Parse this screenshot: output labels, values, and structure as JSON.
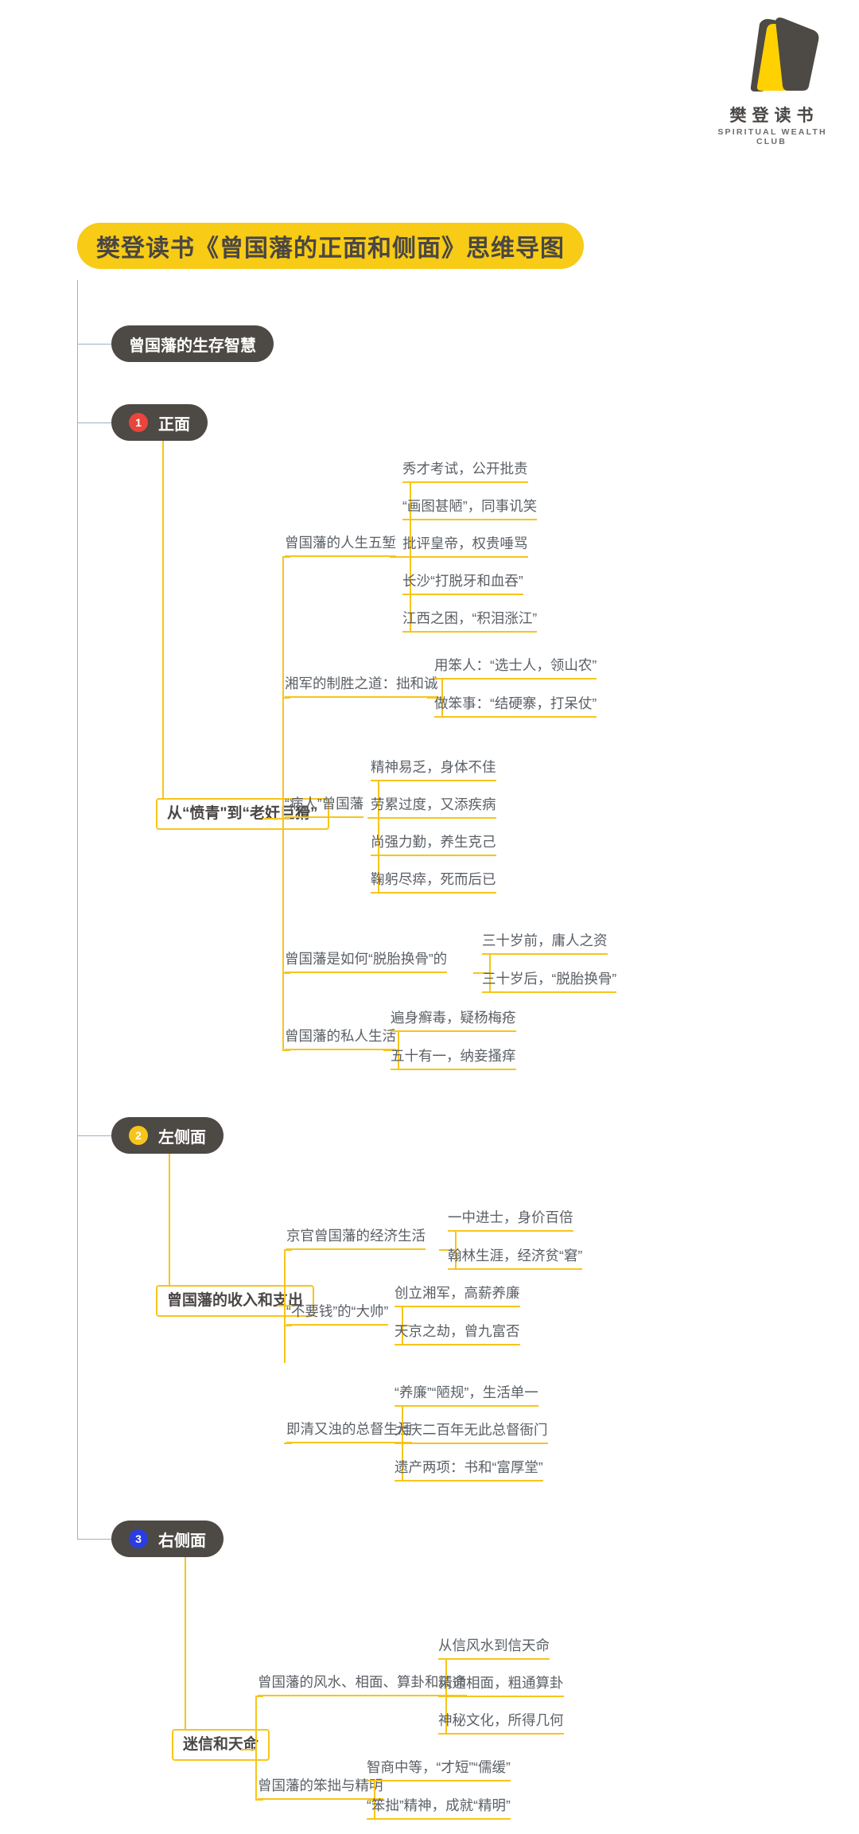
{
  "brand": {
    "logo_icon": "open-book-logo",
    "name_cn": "樊登读书",
    "name_en": "SPIRITUAL WEALTH CLUB",
    "color_yellow": "#FFD100",
    "color_dark": "#4d4945"
  },
  "title": "樊登读书《曾国藩的正面和侧面》思维导图",
  "root": "曾国藩的生存智慧",
  "sections": [
    {
      "number": "1",
      "badge_color": "#E8453C",
      "label": "正面",
      "topics": [
        {
          "label": "从“愤青\"到“老奸巨猾”",
          "groups": [
            {
              "label": "曾国藩的人生五堑",
              "items": [
                "秀才考试，公开批责",
                "“画图甚陋”，同事讥笑",
                "批评皇帝，权贵唾骂",
                "长沙“打脱牙和血吞”",
                "江西之困，“积泪涨江”"
              ]
            },
            {
              "label": "湘军的制胜之道：拙和诚",
              "items": [
                "用笨人：“选士人，领山农”",
                "做笨事：“结硬寨，打呆仗”"
              ]
            },
            {
              "label": "“病人”曾国藩",
              "items": [
                "精神易乏，身体不佳",
                "劳累过度，又添疾病",
                "尚强力勤，养生克己",
                "鞠躬尽瘁，死而后已"
              ]
            },
            {
              "label": "曾国藩是如何“脱胎换骨”的",
              "items": [
                "三十岁前，庸人之资",
                "三十岁后，“脱胎换骨”"
              ]
            },
            {
              "label": "曾国藩的私人生活",
              "items": [
                "遍身癣毒，疑杨梅疮",
                "五十有一，纳妾搔痒"
              ]
            }
          ]
        }
      ]
    },
    {
      "number": "2",
      "badge_color": "#F7C51A",
      "label": "左侧面",
      "topics": [
        {
          "label": "曾国藩的收入和支出",
          "groups": [
            {
              "label": "京官曾国藩的经济生活",
              "items": [
                "一中进士，身价百倍",
                "翰林生涯，经济贫“窘”"
              ]
            },
            {
              "label": "“不要钱”的“大帅”",
              "items": [
                "创立湘军，高薪养廉",
                "天京之劫，曾九富否"
              ]
            },
            {
              "label": "即清又浊的总督生涯",
              "items": [
                "“养廉”“陋规”，生活单一",
                "大庆二百年无此总督衙门",
                "遗产两项：书和“富厚堂”"
              ]
            }
          ]
        }
      ]
    },
    {
      "number": "3",
      "badge_color": "#2B3DE0",
      "label": "右侧面",
      "topics": [
        {
          "label": "迷信和天命",
          "groups": [
            {
              "label": "曾国藩的风水、相面、算卦和天命",
              "items": [
                "从信风水到信天命",
                "精通相面，粗通算卦",
                "神秘文化，所得几何"
              ]
            },
            {
              "label": "曾国藩的笨拙与精明",
              "items": [
                "智商中等，“才短”“儒缓”",
                "“笨拙”精神，成就“精明”"
              ]
            }
          ]
        }
      ]
    }
  ]
}
